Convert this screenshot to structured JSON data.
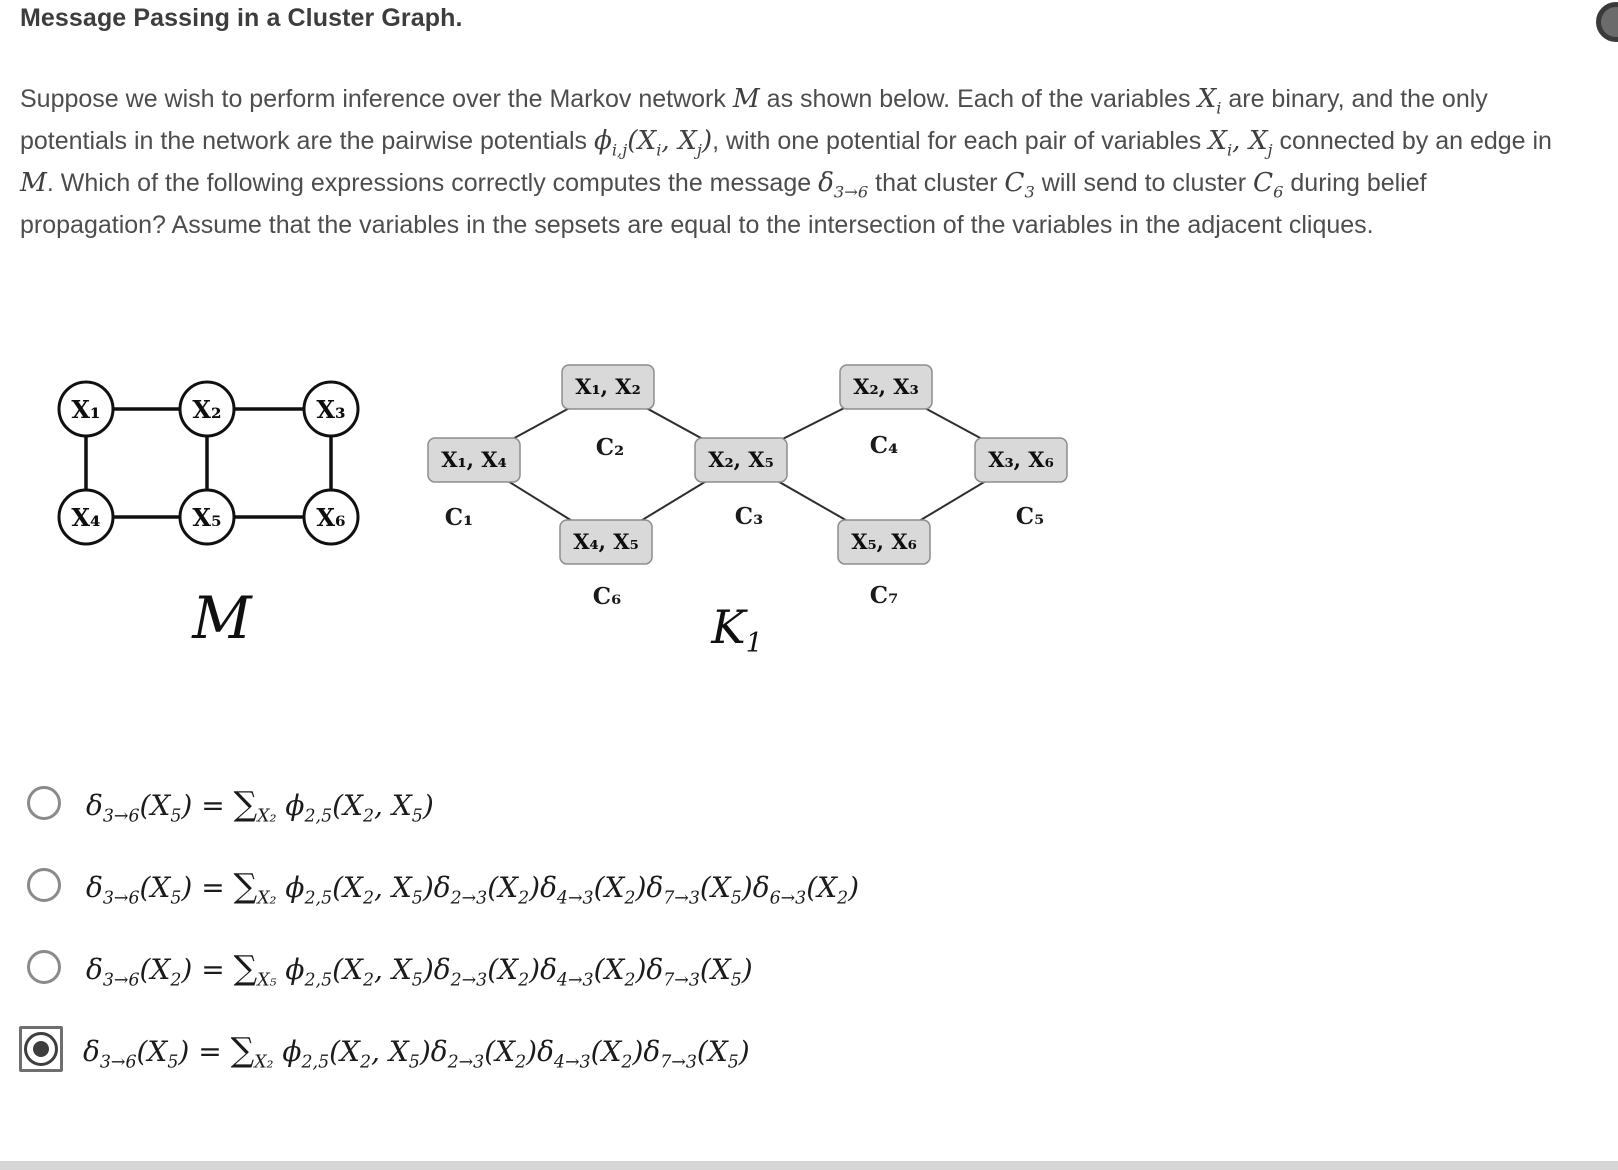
{
  "page": {
    "title": "Message Passing in a Cluster Graph.",
    "question": "Suppose we wish to perform inference over the Markov network $M$ as shown below. Each of the variables $X_{i}$ are binary, and the only potentials in the network are the pairwise potentials $ϕ_{i,j}(X_{i}, X_{j})$, with one potential for each pair of variables $X_{i}, X_{j}$ connected by an edge in $M$. Which of the following expressions correctly computes the message $δ_{3→6}$ that cluster $C_{3}$ will send to cluster $C_{6}$ during belief propagation? Assume that the variables in the sepsets are equal to the intersection of the variables in the adjacent cliques."
  },
  "figure": {
    "markov": {
      "nodes": [
        "X₁",
        "X₂",
        "X₃",
        "X₄",
        "X₅",
        "X₆"
      ],
      "label": "M"
    },
    "cluster": {
      "nodes": [
        {
          "vars": "X₁, X₄",
          "name": "C₁"
        },
        {
          "vars": "X₁, X₂",
          "name": "C₂"
        },
        {
          "vars": "X₂, X₅",
          "name": "C₃"
        },
        {
          "vars": "X₂, X₃",
          "name": "C₄"
        },
        {
          "vars": "X₃, X₆",
          "name": "C₅"
        },
        {
          "vars": "X₄, X₅",
          "name": "C₆"
        },
        {
          "vars": "X₅, X₆",
          "name": "C₇"
        }
      ],
      "label": "K",
      "label_sub": "1"
    }
  },
  "options": [
    {
      "selected": false,
      "formula": "δ_{3→6}(X_{5}) = ∑_{X₂} ϕ_{2,5}(X_{2}, X_{5})"
    },
    {
      "selected": false,
      "formula": "δ_{3→6}(X_{5}) = ∑_{X₂} ϕ_{2,5}(X_{2}, X_{5})δ_{2→3}(X_{2})δ_{4→3}(X_{2})δ_{7→3}(X_{5})δ_{6→3}(X_{2})"
    },
    {
      "selected": false,
      "formula": "δ_{3→6}(X_{2}) = ∑_{X₅} ϕ_{2,5}(X_{2}, X_{5})δ_{2→3}(X_{2})δ_{4→3}(X_{2})δ_{7→3}(X_{5})"
    },
    {
      "selected": true,
      "formula": "δ_{3→6}(X_{5}) = ∑_{X₂} ϕ_{2,5}(X_{2}, X_{5})δ_{2→3}(X_{2})δ_{4→3}(X_{2})δ_{7→3}(X_{5})"
    }
  ]
}
